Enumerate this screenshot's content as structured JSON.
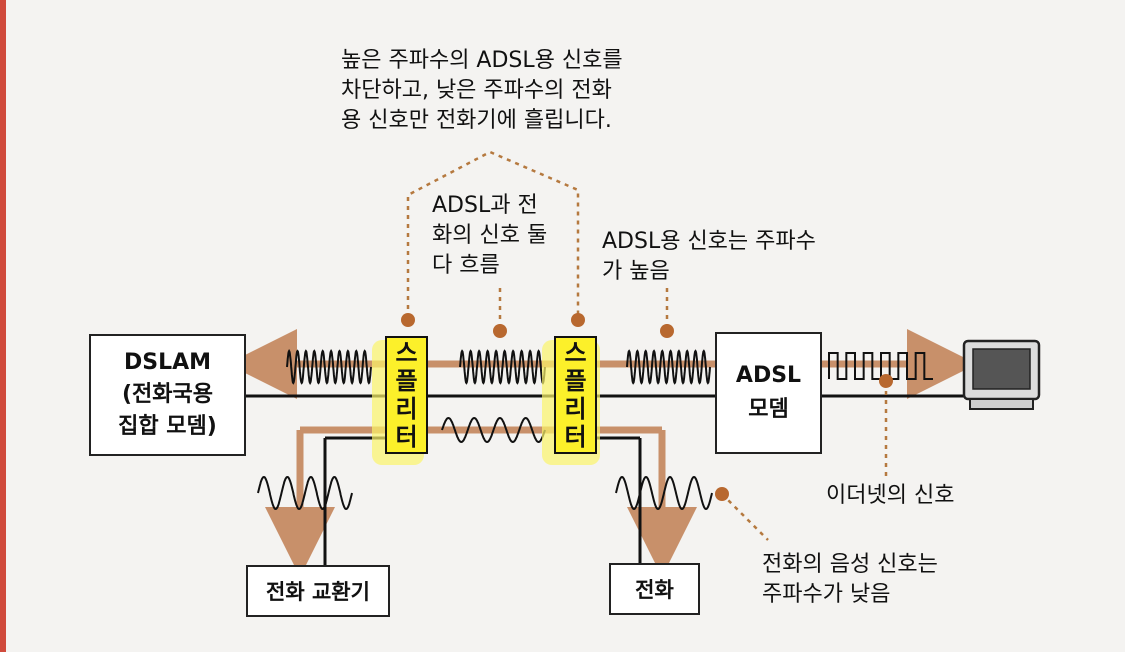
{
  "colors": {
    "arrow": "#c8906a",
    "line": "#111111",
    "splitter": "#fcf02a",
    "dot": "#b8682f",
    "dotted": "#b5793f",
    "rule": "#d04a3c"
  },
  "boxes": {
    "dslam": [
      "DSLAM",
      "(전화국용",
      "집합 모뎀)"
    ],
    "modem": [
      "ADSL",
      "모뎀"
    ],
    "exchange": "전화 교환기",
    "phone": "전화"
  },
  "splitter": [
    "스",
    "플",
    "리",
    "터"
  ],
  "annotations": {
    "top": [
      "높은 주파수의 ADSL용 신호를",
      "차단하고, 낮은 주파수의 전화",
      "용 신호만 전화기에 흘립니다."
    ],
    "both": [
      "ADSL과 전",
      "화의 신호 둘",
      "다 흐름"
    ],
    "adsl_high": [
      "ADSL용 신호는 주파수",
      "가 높음"
    ],
    "ethernet": "이더넷의 신호",
    "voice_low": [
      "전화의 음성 신호는",
      "주파수가 낮음"
    ]
  },
  "icons": {
    "monitor": "monitor-icon"
  }
}
